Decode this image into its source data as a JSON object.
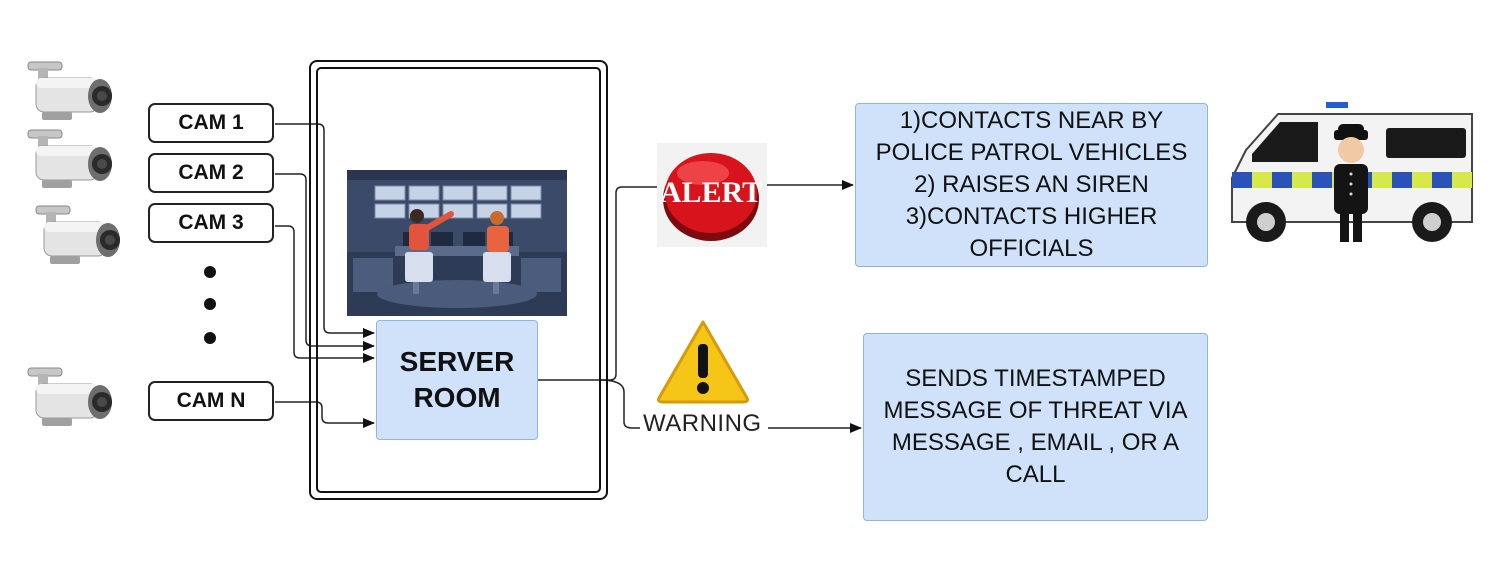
{
  "cameras": [
    {
      "label": "CAM 1"
    },
    {
      "label": "CAM 2"
    },
    {
      "label": "CAM 3"
    },
    {
      "label": "CAM N"
    }
  ],
  "server_room": {
    "label": "SERVER\nROOM"
  },
  "alert": {
    "badge_text": "ALERT"
  },
  "alert_actions": {
    "text": "1)CONTACTS NEAR BY\nPOLICE PATROL VEHICLES\n2) RAISES AN SIREN\n3)CONTACTS HIGHER\nOFFICIALS"
  },
  "warning": {
    "label": "WARNING"
  },
  "warning_actions": {
    "text": "SENDS TIMESTAMPED\nMESSAGE OF THREAT VIA\nMESSAGE , EMAIL , OR A\nCALL"
  },
  "colors": {
    "box_fill": "#cfe2f9",
    "box_border": "#8bb6e3",
    "alert_red": "#d7141b",
    "warning_yellow": "#f5c518"
  }
}
